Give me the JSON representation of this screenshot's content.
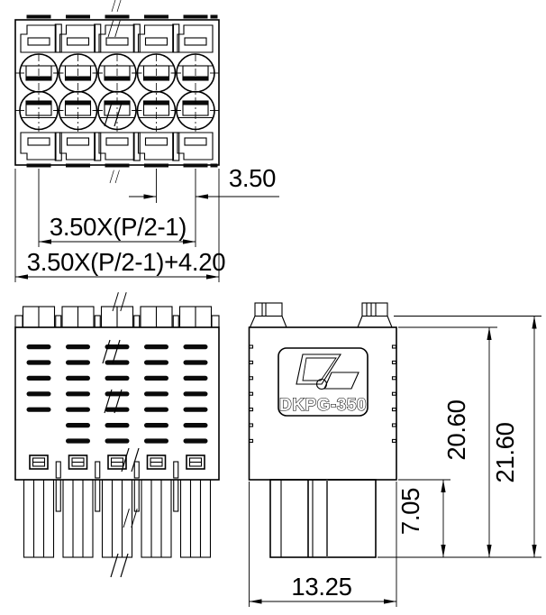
{
  "drawing": {
    "model_label": "DKPG-350",
    "dims": {
      "pitch": "3.50",
      "pole_span": "3.50X(P/2-1)",
      "overall_width": "3.50X(P/2-1)+4.20",
      "housing_height": "20.60",
      "overall_height": "21.60",
      "plug_depth": "7.05",
      "body_depth": "13.25"
    },
    "colors": {
      "line": "#000000",
      "background": "#ffffff"
    }
  }
}
